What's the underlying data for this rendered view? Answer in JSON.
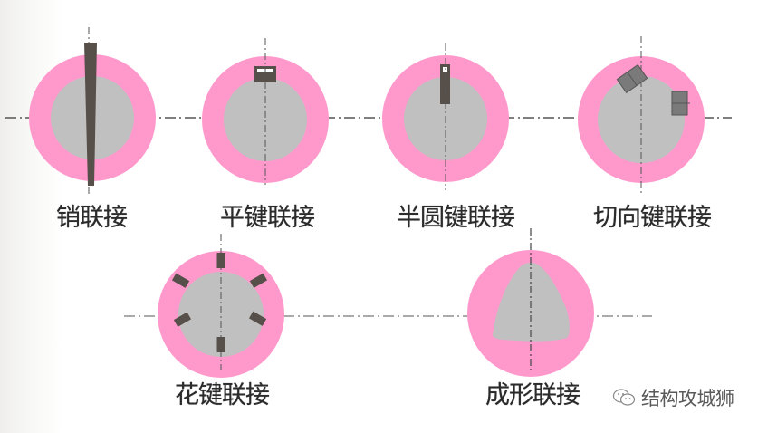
{
  "colors": {
    "hub_pink": "#ff99cc",
    "shaft_gray": "#c0c0c0",
    "key_dark": "#574f49",
    "key_gray": "#7a7a7a",
    "centerline": "#555555",
    "label_text": "#2b2b2b"
  },
  "diagrams": [
    {
      "id": "pin",
      "label": "销联接"
    },
    {
      "id": "flat-key",
      "label": "平键联接"
    },
    {
      "id": "half-round-key",
      "label": "半圆键联接"
    },
    {
      "id": "tangential-key",
      "label": "切向键联接"
    },
    {
      "id": "spline",
      "label": "花键联接"
    },
    {
      "id": "profile",
      "label": "成形联接"
    }
  ],
  "watermark": {
    "icon": "wechat-icon",
    "text": "结构攻城狮"
  }
}
